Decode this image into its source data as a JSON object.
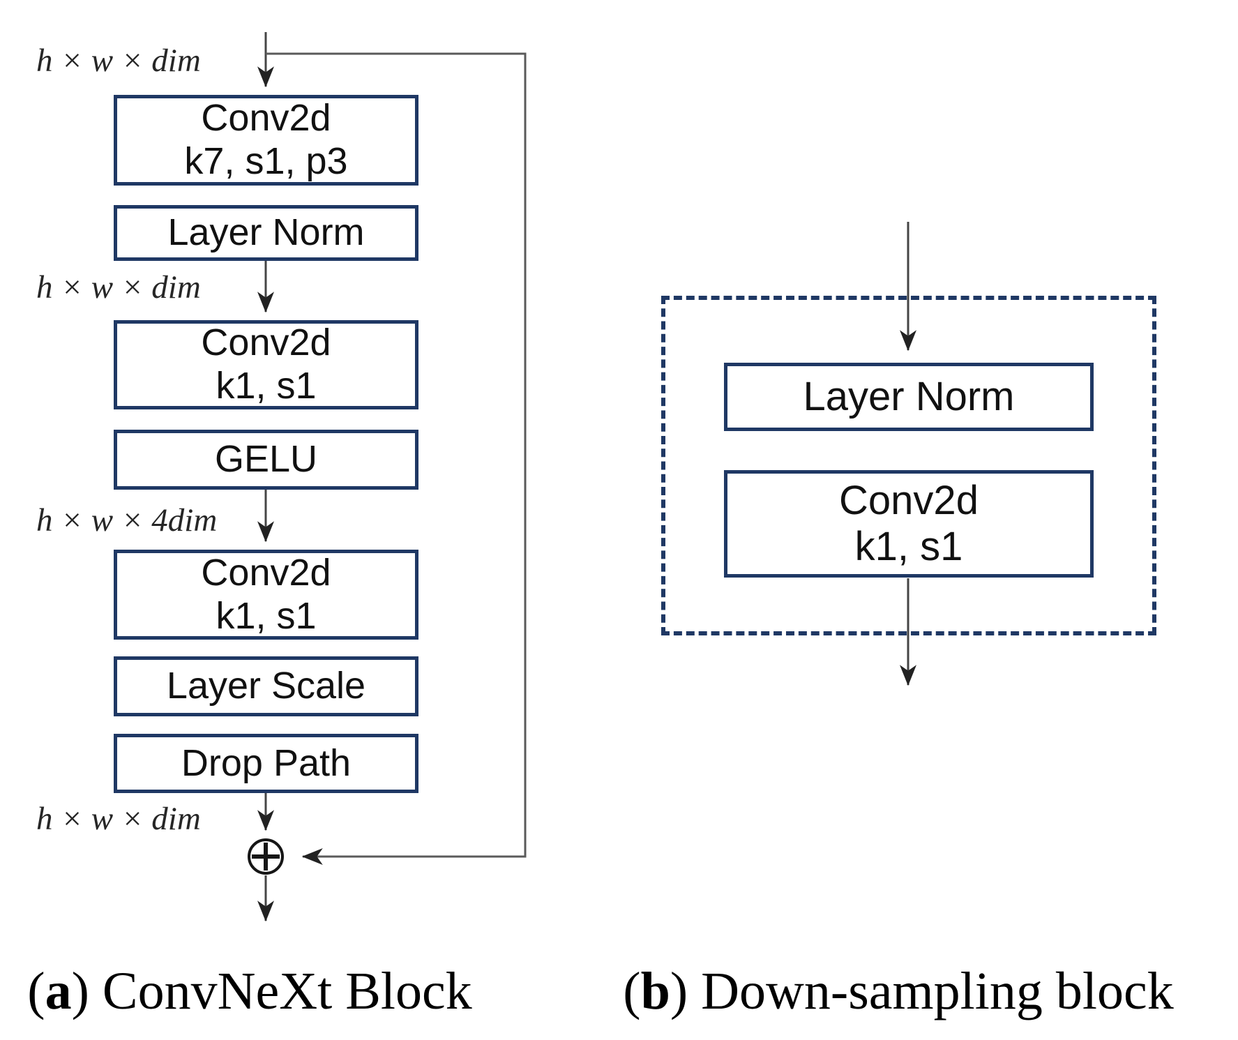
{
  "figure": {
    "colors": {
      "box_border": "#1f3864",
      "dashed_border": "#1f3864",
      "box_fill": "#ffffff",
      "text": "#111111",
      "arrow": "#454545"
    },
    "panel_a": {
      "caption": {
        "prefix": "(",
        "letter": "a",
        "suffix": ") ConvNeXt Block"
      },
      "dim_labels": [
        "h × w × dim",
        "h × w × dim",
        "h × w × 4dim",
        "h × w × dim"
      ],
      "blocks": [
        {
          "lines": [
            "Conv2d",
            "k7, s1, p3"
          ]
        },
        {
          "lines": [
            "Layer Norm"
          ]
        },
        {
          "lines": [
            "Conv2d",
            "k1, s1"
          ]
        },
        {
          "lines": [
            "GELU"
          ]
        },
        {
          "lines": [
            "Conv2d",
            "k1, s1"
          ]
        },
        {
          "lines": [
            "Layer Scale"
          ]
        },
        {
          "lines": [
            "Drop Path"
          ]
        }
      ],
      "sum_symbol": "⊕"
    },
    "panel_b": {
      "caption": {
        "prefix": "(",
        "letter": "b",
        "suffix": ") Down-sampling block"
      },
      "blocks": [
        {
          "lines": [
            "Layer Norm"
          ]
        },
        {
          "lines": [
            "Conv2d",
            "k1, s1"
          ]
        }
      ]
    }
  }
}
